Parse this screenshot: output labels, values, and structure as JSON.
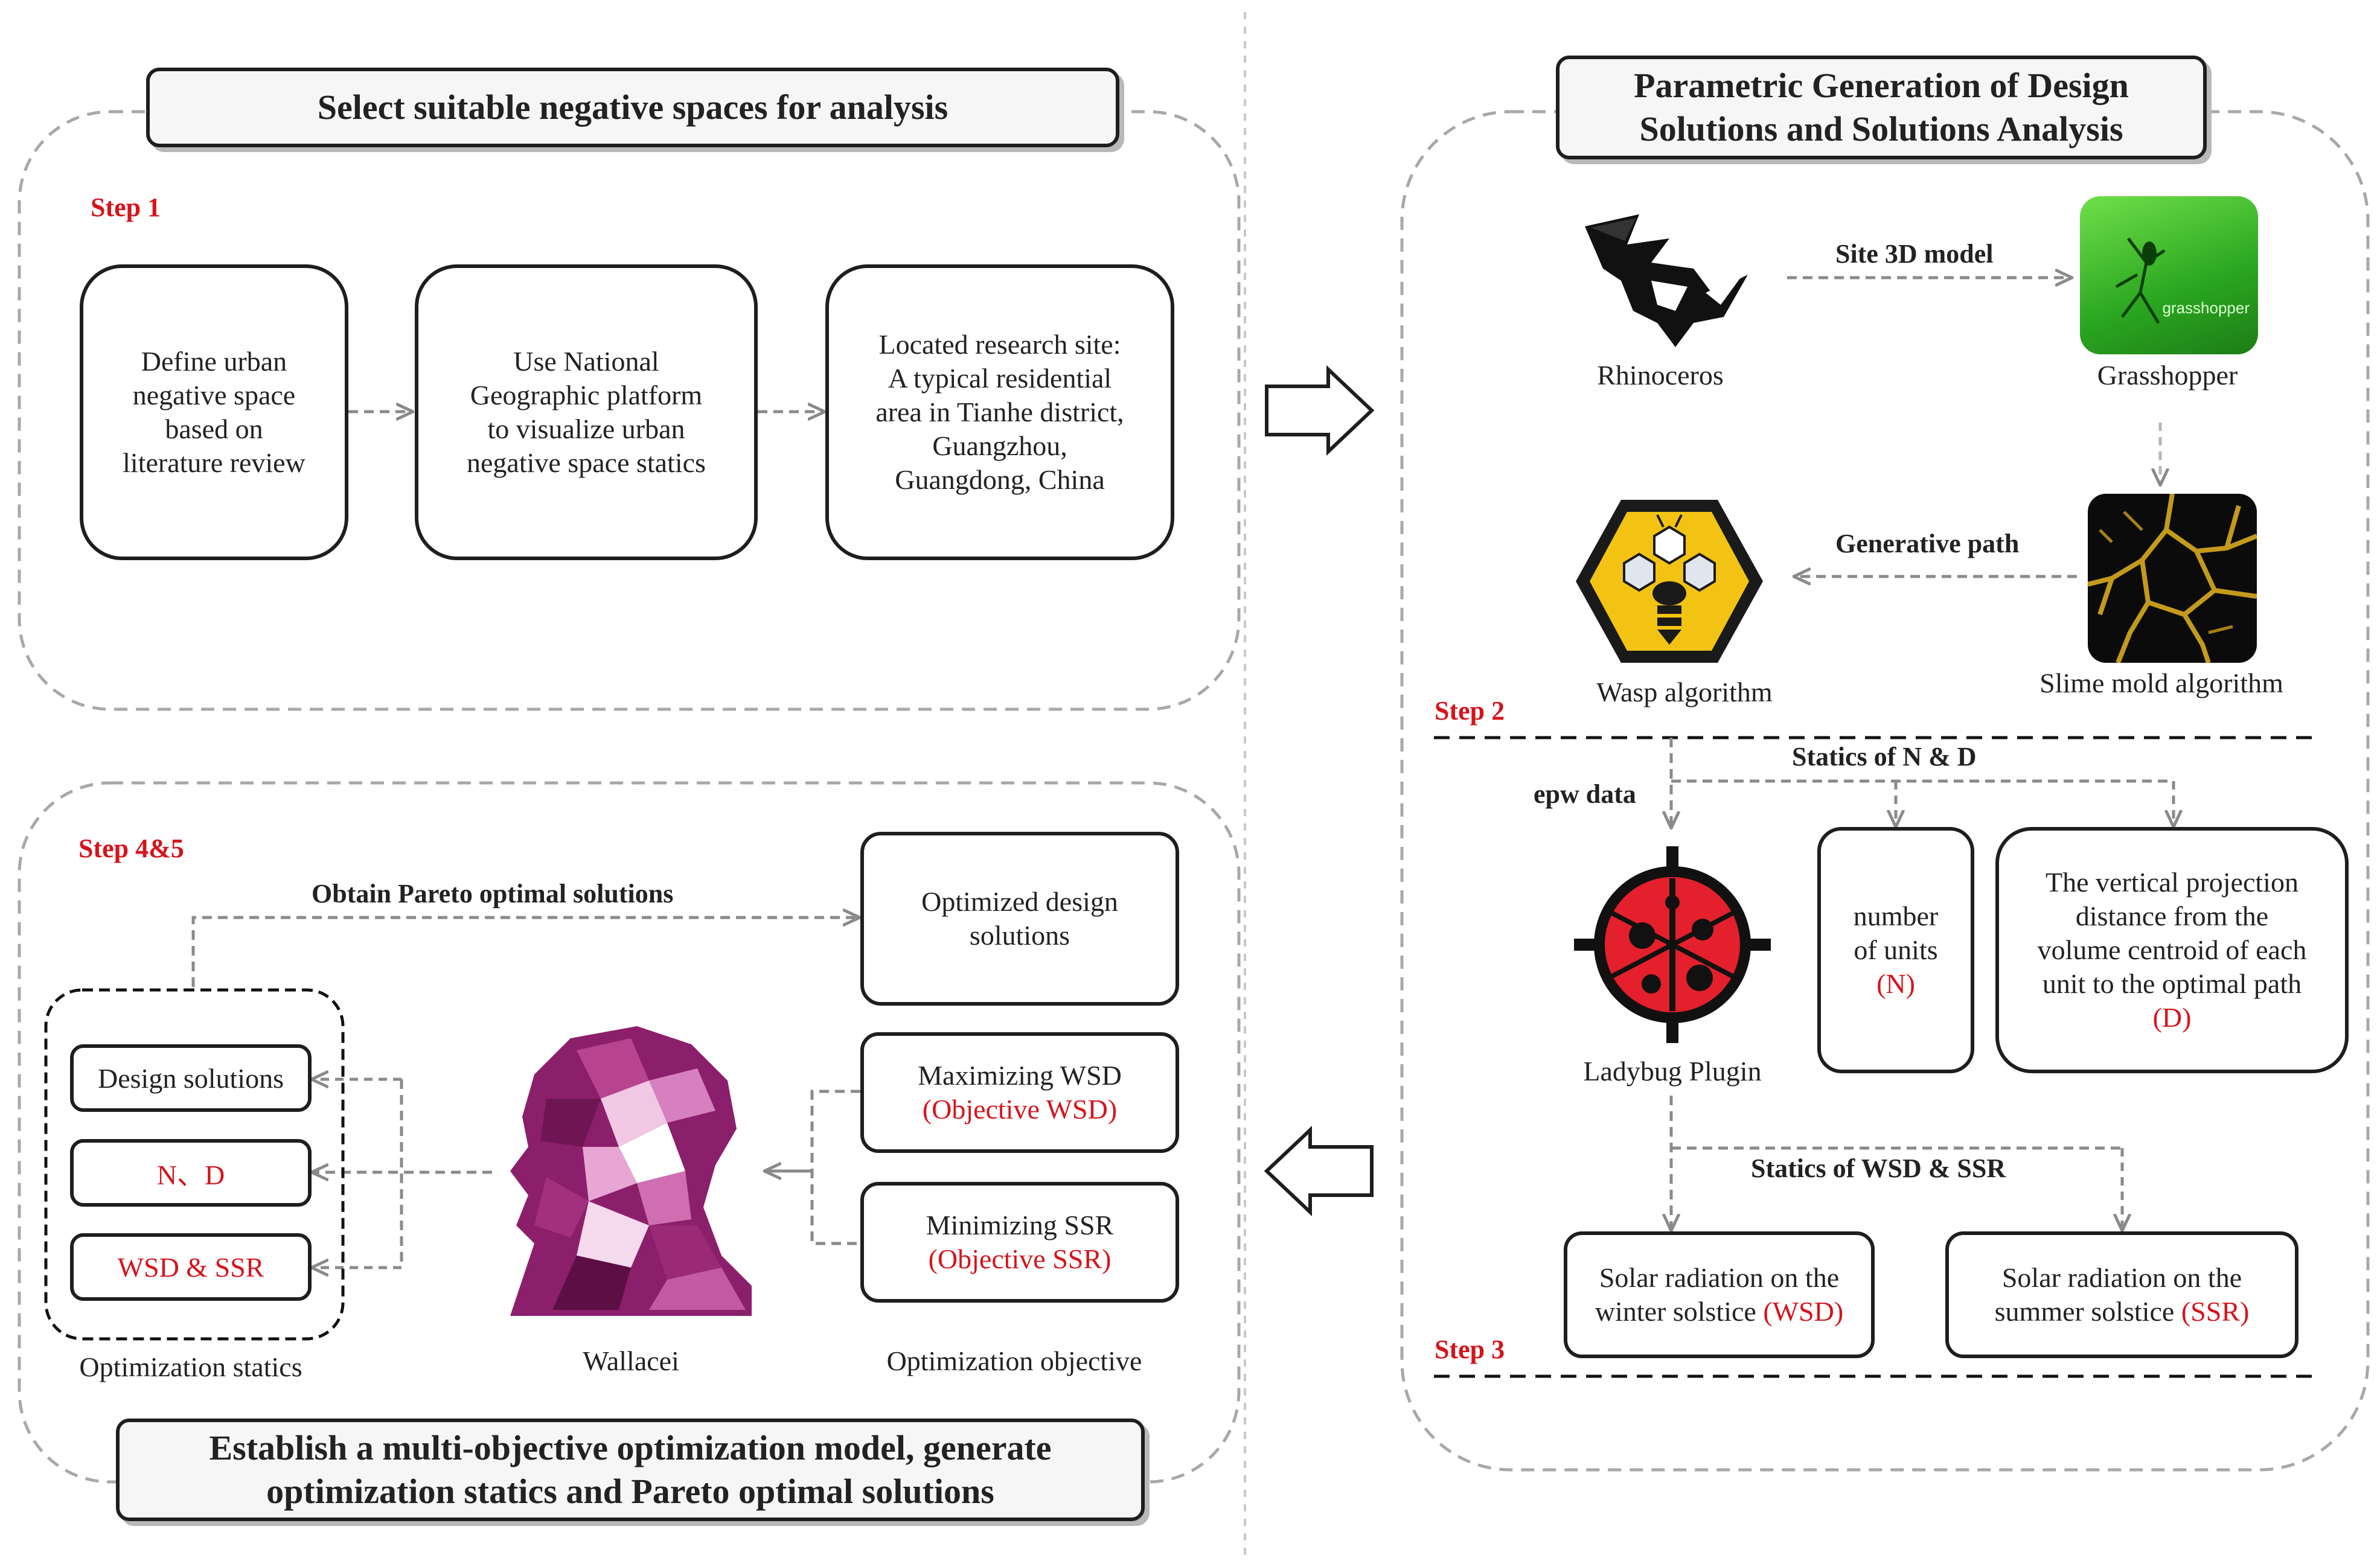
{
  "panels": {
    "top_left_title": "Select suitable negative spaces for analysis",
    "top_right_title_line1": "Parametric Generation of Design",
    "top_right_title_line2": "Solutions and Solutions Analysis",
    "bottom_left_title_line1": "Establish a multi-objective optimization model, generate",
    "bottom_left_title_line2": "optimization statics and Pareto optimal solutions"
  },
  "steps": {
    "step1": "Step 1",
    "step2": "Step 2",
    "step3": "Step 3",
    "step45": "Step 4&5"
  },
  "step1_boxes": [
    {
      "lines": [
        "Define urban",
        "negative space",
        "based on",
        "literature review"
      ]
    },
    {
      "lines": [
        "Use National",
        "Geographic platform",
        "to visualize urban",
        "negative space statics"
      ]
    },
    {
      "lines": [
        "Located research site:",
        "A typical residential",
        "area in Tianhe district,",
        "Guangzhou,",
        "Guangdong, China"
      ]
    }
  ],
  "step2": {
    "rhino_label": "Rhinoceros",
    "grasshopper_label": "Grasshopper",
    "grasshopper_logo_text": "grasshopper",
    "wasp_label": "Wasp algorithm",
    "slime_label": "Slime mold algorithm",
    "edge_site_model": "Site 3D model",
    "edge_generative_path": "Generative path"
  },
  "step3": {
    "statics_nd": "Statics of N & D",
    "epw": "epw data",
    "ladybug_label": "Ladybug Plugin",
    "n_box": {
      "line1": "number",
      "line2": "of units",
      "line3": "(N)"
    },
    "d_box": {
      "line1": "The vertical projection",
      "line2": "distance from the",
      "line3": "volume centroid of each",
      "line4": "unit to the optimal path",
      "line5": "(D)"
    },
    "statics_wsd_ssr": "Statics of WSD & SSR",
    "wsd_box": {
      "line1": "Solar radiation on the",
      "line2a": "winter solstice ",
      "line2b": "(WSD)"
    },
    "ssr_box": {
      "line1": "Solar radiation on the",
      "line2a": "summer solstice ",
      "line2b": "(SSR)"
    }
  },
  "step45": {
    "pareto_edge": "Obtain Pareto optimal solutions",
    "optimized_box": {
      "line1": "Optimized design",
      "line2": "solutions"
    },
    "max_box": {
      "line1": "Maximizing WSD",
      "line2": "(Objective WSD)"
    },
    "min_box": {
      "line1": "Minimizing SSR",
      "line2": "(Objective SSR)"
    },
    "design_solutions": "Design solutions",
    "nd": "N、D",
    "wsd_ssr": "WSD & SSR",
    "opt_statics_label": "Optimization statics",
    "wallacei_label": "Wallacei",
    "opt_objective_label": "Optimization objective"
  },
  "colors": {
    "accent_red": "#d5141c",
    "grasshopper_green": "#3bbf2a",
    "wasp_yellow": "#f2c312",
    "ladybug_red": "#e3202b",
    "wallacei_purple": "#a4327e",
    "slime_gold": "#c49a1c"
  }
}
